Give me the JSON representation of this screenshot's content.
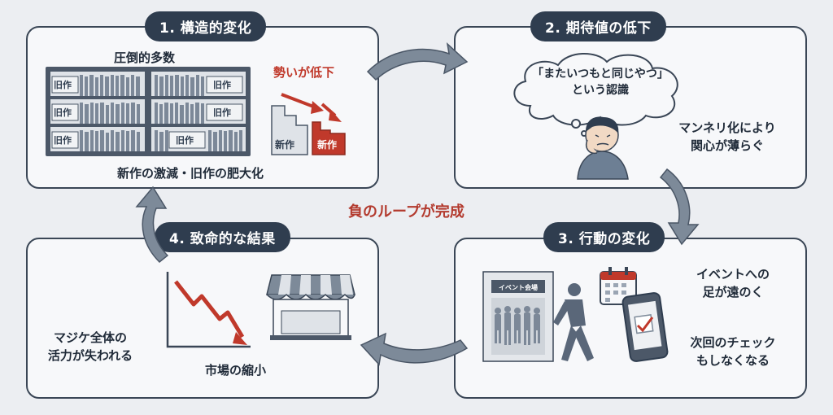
{
  "center_label": "負のループが完成",
  "panels": {
    "p1": {
      "title": "1. 構造的変化",
      "top_label": "圧倒的多数",
      "old_label": "旧作",
      "old_label_2": "旧作",
      "trend_label": "勢いが低下",
      "new_label_grey": "新作",
      "new_label_red": "新作",
      "bottom_label": "新作の激減・旧作の肥大化"
    },
    "p2": {
      "title": "2. 期待値の低下",
      "bubble_line1": "「またいつもと同じやつ」",
      "bubble_line2": "という認識",
      "caption_line1": "マンネリ化により",
      "caption_line2": "関心が薄らぐ"
    },
    "p3": {
      "title": "3. 行動の変化",
      "sign_label": "イベント会場",
      "caption1_line1": "イベントへの",
      "caption1_line2": "足が遠のく",
      "caption2_line1": "次回のチェック",
      "caption2_line2": "もしなくなる"
    },
    "p4": {
      "title": "4. 致命的な結果",
      "caption_line1": "マジケ全体の",
      "caption_line2": "活力が失われる",
      "market_label": "市場の縮小"
    }
  },
  "colors": {
    "accent_red": "#c0392b",
    "dark": "#2f3d4f",
    "arrow_grey": "#7d8a99"
  }
}
